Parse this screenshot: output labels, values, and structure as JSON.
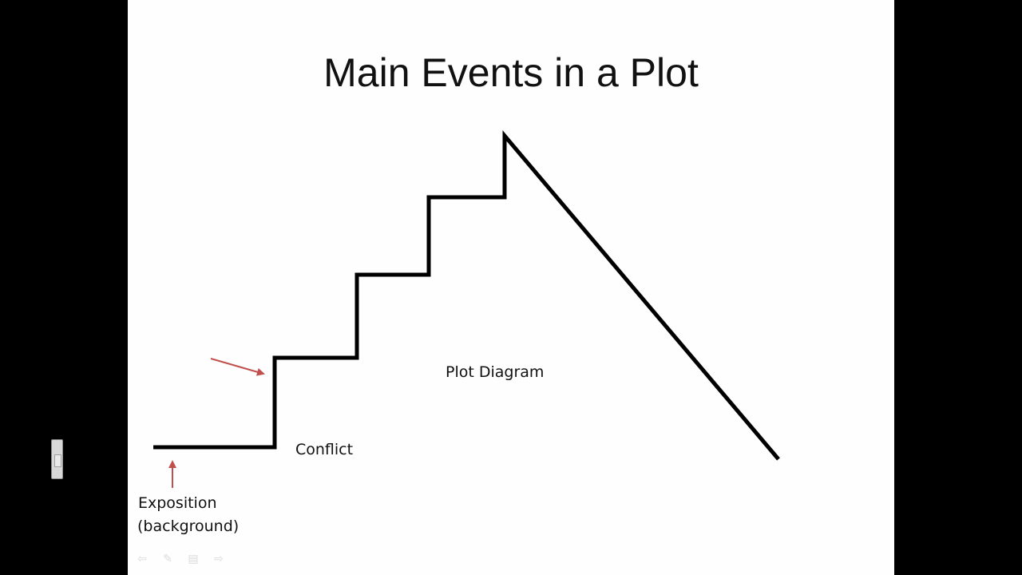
{
  "slide": {
    "title": "Main Events in a Plot",
    "labels": {
      "conflict": "Conflict",
      "plot_diagram": "Plot Diagram",
      "exposition_line1": "Exposition",
      "exposition_line2": "(background)"
    }
  },
  "nav_controls": [
    {
      "icon": "previous-arrow-icon",
      "glyph": "⇦"
    },
    {
      "icon": "pen-icon",
      "glyph": "✎"
    },
    {
      "icon": "menu-icon",
      "glyph": "▤"
    },
    {
      "icon": "next-arrow-icon",
      "glyph": "⇨"
    }
  ],
  "colors": {
    "background": "#000000",
    "slide": "#fefefe",
    "line": "#000000",
    "arrow": "#c0504d"
  }
}
